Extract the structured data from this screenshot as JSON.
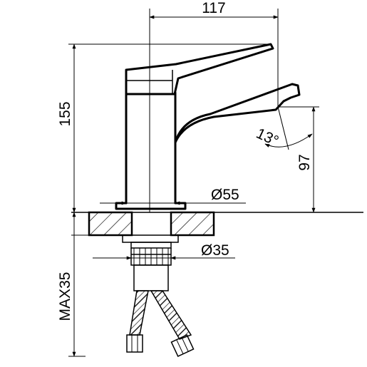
{
  "dimensions": {
    "spout_reach": "117",
    "total_height": "155",
    "spout_height": "97",
    "handle_angle": "13°",
    "base_diameter": "Ø55",
    "mount_diameter": "Ø35",
    "max_deck": "MAX35"
  }
}
